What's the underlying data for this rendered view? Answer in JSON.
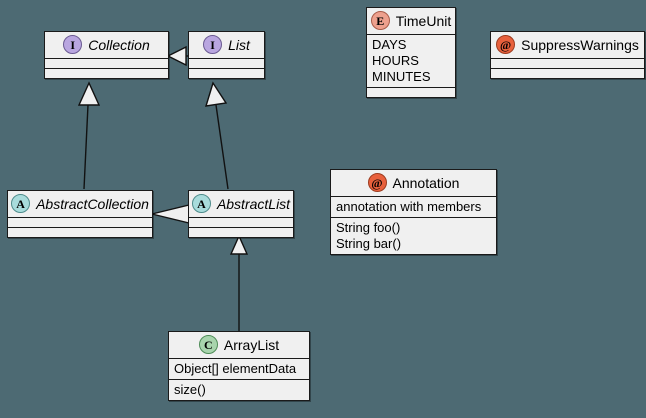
{
  "diagram": {
    "kind": "uml-class-diagram",
    "background_color": "#4d6a73",
    "node_fill_color": "#f0f0f0",
    "node_border_color": "#1a1a1a"
  },
  "nodes": [
    {
      "id": "collection",
      "name": "Collection",
      "stereotype": "interface",
      "stereotype_glyph": "I",
      "stereotype_color": "#b9a6e0",
      "italic_title": true,
      "compartments": [
        [],
        []
      ]
    },
    {
      "id": "list",
      "name": "List",
      "stereotype": "interface",
      "stereotype_glyph": "I",
      "stereotype_color": "#b9a6e0",
      "italic_title": true,
      "compartments": [
        [],
        []
      ]
    },
    {
      "id": "timeunit",
      "name": "TimeUnit",
      "stereotype": "enum",
      "stereotype_glyph": "E",
      "stereotype_color": "#eda08d",
      "italic_title": false,
      "compartments": [
        [
          "DAYS",
          "HOURS",
          "MINUTES"
        ],
        []
      ]
    },
    {
      "id": "suppresswarnings",
      "name": "SuppressWarnings",
      "stereotype": "annotation",
      "stereotype_glyph": "@",
      "stereotype_color": "#e8603c",
      "italic_title": false,
      "compartments": [
        [],
        []
      ]
    },
    {
      "id": "annotation",
      "name": "Annotation",
      "stereotype": "annotation",
      "stereotype_glyph": "@",
      "stereotype_color": "#e8603c",
      "italic_title": false,
      "compartments": [
        [
          "annotation with members"
        ],
        [
          "String foo()",
          "String bar()"
        ]
      ]
    },
    {
      "id": "abstractcollection",
      "name": "AbstractCollection",
      "stereotype": "abstract-class",
      "stereotype_glyph": "A",
      "stereotype_color": "#a8dcdc",
      "italic_title": true,
      "compartments": [
        [],
        []
      ]
    },
    {
      "id": "abstractlist",
      "name": "AbstractList",
      "stereotype": "abstract-class",
      "stereotype_glyph": "A",
      "stereotype_color": "#a8dcdc",
      "italic_title": true,
      "compartments": [
        [],
        []
      ]
    },
    {
      "id": "arraylist",
      "name": "ArrayList",
      "stereotype": "class",
      "stereotype_glyph": "C",
      "stereotype_color": "#a8d4ad",
      "italic_title": false,
      "compartments": [
        [
          "Object[] elementData"
        ],
        [
          "size()"
        ]
      ]
    }
  ],
  "edges": [
    {
      "id": "list-to-collection",
      "from": "list",
      "to": "collection",
      "type": "generalization",
      "arrow": "hollow-triangle"
    },
    {
      "id": "abstractcollection-to-collection",
      "from": "abstractcollection",
      "to": "collection",
      "type": "generalization",
      "arrow": "hollow-triangle"
    },
    {
      "id": "abstractlist-to-list",
      "from": "abstractlist",
      "to": "list",
      "type": "generalization",
      "arrow": "hollow-triangle"
    },
    {
      "id": "abstractlist-to-abstractcollection",
      "from": "abstractlist",
      "to": "abstractcollection",
      "type": "generalization",
      "arrow": "hollow-triangle"
    },
    {
      "id": "arraylist-to-abstractlist",
      "from": "arraylist",
      "to": "abstractlist",
      "type": "generalization",
      "arrow": "hollow-triangle"
    }
  ],
  "labels": {
    "collection_title": "Collection",
    "list_title": "List",
    "timeunit_title": "TimeUnit",
    "timeunit_v1": "DAYS",
    "timeunit_v2": "HOURS",
    "timeunit_v3": "MINUTES",
    "suppresswarnings_title": "SuppressWarnings",
    "annotation_title": "Annotation",
    "annotation_members_note": "annotation with members",
    "annotation_foo": "String foo()",
    "annotation_bar": "String bar()",
    "abstractcollection_title": "AbstractCollection",
    "abstractlist_title": "AbstractList",
    "arraylist_title": "ArrayList",
    "arraylist_field": "Object[] elementData",
    "arraylist_method": "size()",
    "glyph_interface": "I",
    "glyph_abstract": "A",
    "glyph_class": "C",
    "glyph_enum": "E",
    "glyph_annotation": "@"
  }
}
